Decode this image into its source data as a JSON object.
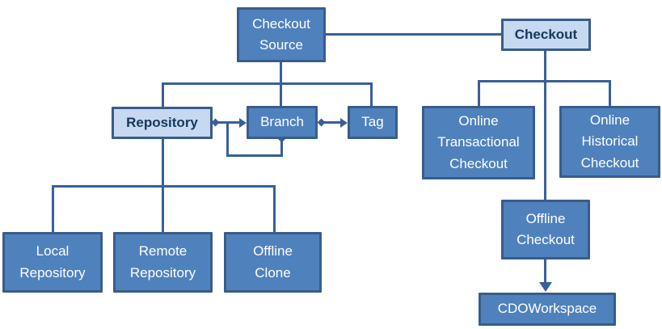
{
  "diagram": {
    "nodes": {
      "checkout_source": {
        "label": "Checkout\nSource",
        "style": "dark"
      },
      "checkout": {
        "label": "Checkout",
        "style": "light"
      },
      "repository": {
        "label": "Repository",
        "style": "light"
      },
      "branch": {
        "label": "Branch",
        "style": "dark"
      },
      "tag": {
        "label": "Tag",
        "style": "dark"
      },
      "local_repository": {
        "label": "Local\nRepository",
        "style": "dark"
      },
      "remote_repository": {
        "label": "Remote\nRepository",
        "style": "dark"
      },
      "offline_clone": {
        "label": "Offline\nClone",
        "style": "dark"
      },
      "online_transactional_checkout": {
        "label": "Online\nTransactional\nCheckout",
        "style": "dark"
      },
      "online_historical_checkout": {
        "label": "Online\nHistorical\nCheckout",
        "style": "dark"
      },
      "offline_checkout": {
        "label": "Offline\nCheckout",
        "style": "dark"
      },
      "cdo_workspace": {
        "label": "CDOWorkspace",
        "style": "dark"
      }
    },
    "edges": [
      {
        "from": "checkout_source",
        "to": "checkout",
        "type": "link"
      },
      {
        "from": "checkout_source",
        "to": "repository",
        "type": "hierarchy"
      },
      {
        "from": "checkout_source",
        "to": "branch",
        "type": "hierarchy"
      },
      {
        "from": "checkout_source",
        "to": "tag",
        "type": "hierarchy"
      },
      {
        "from": "repository",
        "to": "branch",
        "type": "containment"
      },
      {
        "from": "branch",
        "to": "branch",
        "type": "containment"
      },
      {
        "from": "branch",
        "to": "tag",
        "type": "containment"
      },
      {
        "from": "repository",
        "to": "local_repository",
        "type": "hierarchy"
      },
      {
        "from": "repository",
        "to": "remote_repository",
        "type": "hierarchy"
      },
      {
        "from": "repository",
        "to": "offline_clone",
        "type": "hierarchy"
      },
      {
        "from": "checkout",
        "to": "online_transactional_checkout",
        "type": "hierarchy"
      },
      {
        "from": "checkout",
        "to": "online_historical_checkout",
        "type": "hierarchy"
      },
      {
        "from": "checkout",
        "to": "offline_checkout",
        "type": "hierarchy"
      },
      {
        "from": "offline_checkout",
        "to": "cdo_workspace",
        "type": "arrow"
      }
    ],
    "colors": {
      "node_fill_dark": "#4f81bd",
      "node_fill_light": "#c6d9f1",
      "node_border": "#385d8a",
      "connector": "#38609a",
      "text_on_dark": "#ffffff",
      "text_on_light": "#17365d",
      "background": "#ffffff"
    }
  }
}
